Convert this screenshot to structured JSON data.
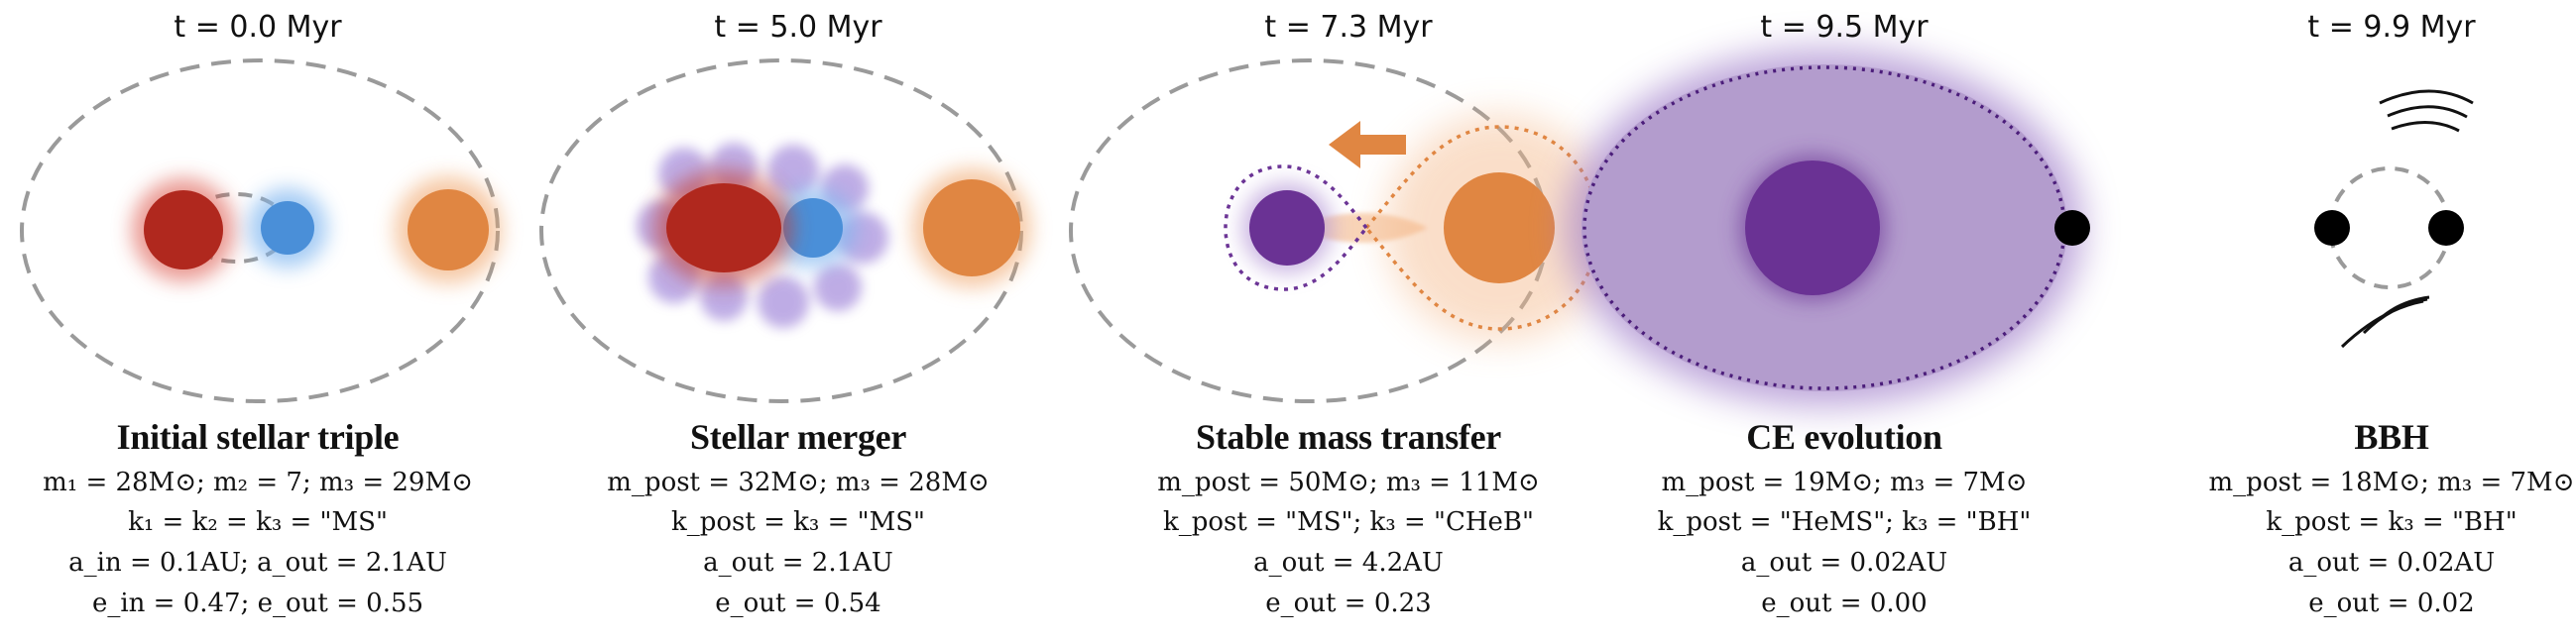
{
  "colors": {
    "red_star": "#b0281e",
    "blue_star": "#4a8fd8",
    "orange_star": "#e08642",
    "purple_star": "#6a3294",
    "envelope": "#b39ccd",
    "orbit_dash": "#9a9a9a",
    "black_hole": "#000000"
  },
  "panels": [
    {
      "time": "t = 0.0 Myr",
      "title": "Initial stellar triple",
      "lines": [
        "m₁ = 28M⊙; m₂ = 7; m₃ = 29M⊙",
        "k₁ = k₂ = k₃ = \"MS\"",
        "a_in = 0.1AU; a_out = 2.1AU",
        "e_in = 0.47; e_out = 0.55"
      ]
    },
    {
      "time": "t = 5.0 Myr",
      "title": "Stellar merger",
      "lines": [
        "m_post = 32M⊙; m₃ = 28M⊙",
        "k_post = k₃ = \"MS\"",
        "a_out = 2.1AU",
        "e_out = 0.54"
      ]
    },
    {
      "time": "t = 7.3 Myr",
      "title": "Stable mass transfer",
      "lines": [
        "m_post = 50M⊙; m₃ = 11M⊙",
        "k_post = \"MS\"; k₃ = \"CHeB\"",
        "a_out = 4.2AU",
        "e_out = 0.23"
      ]
    },
    {
      "time": "t = 9.5 Myr",
      "title": "CE evolution",
      "lines": [
        "m_post = 19M⊙; m₃ = 7M⊙",
        "k_post = \"HeMS\"; k₃ = \"BH\"",
        "a_out = 0.02AU",
        "e_out = 0.00"
      ]
    },
    {
      "time": "t = 9.9 Myr",
      "title": "BBH",
      "lines": [
        "m_post = 18M⊙; m₃ = 7M⊙",
        "k_post = k₃ = \"BH\"",
        "a_out = 0.02AU",
        "e_out = 0.02"
      ]
    }
  ]
}
